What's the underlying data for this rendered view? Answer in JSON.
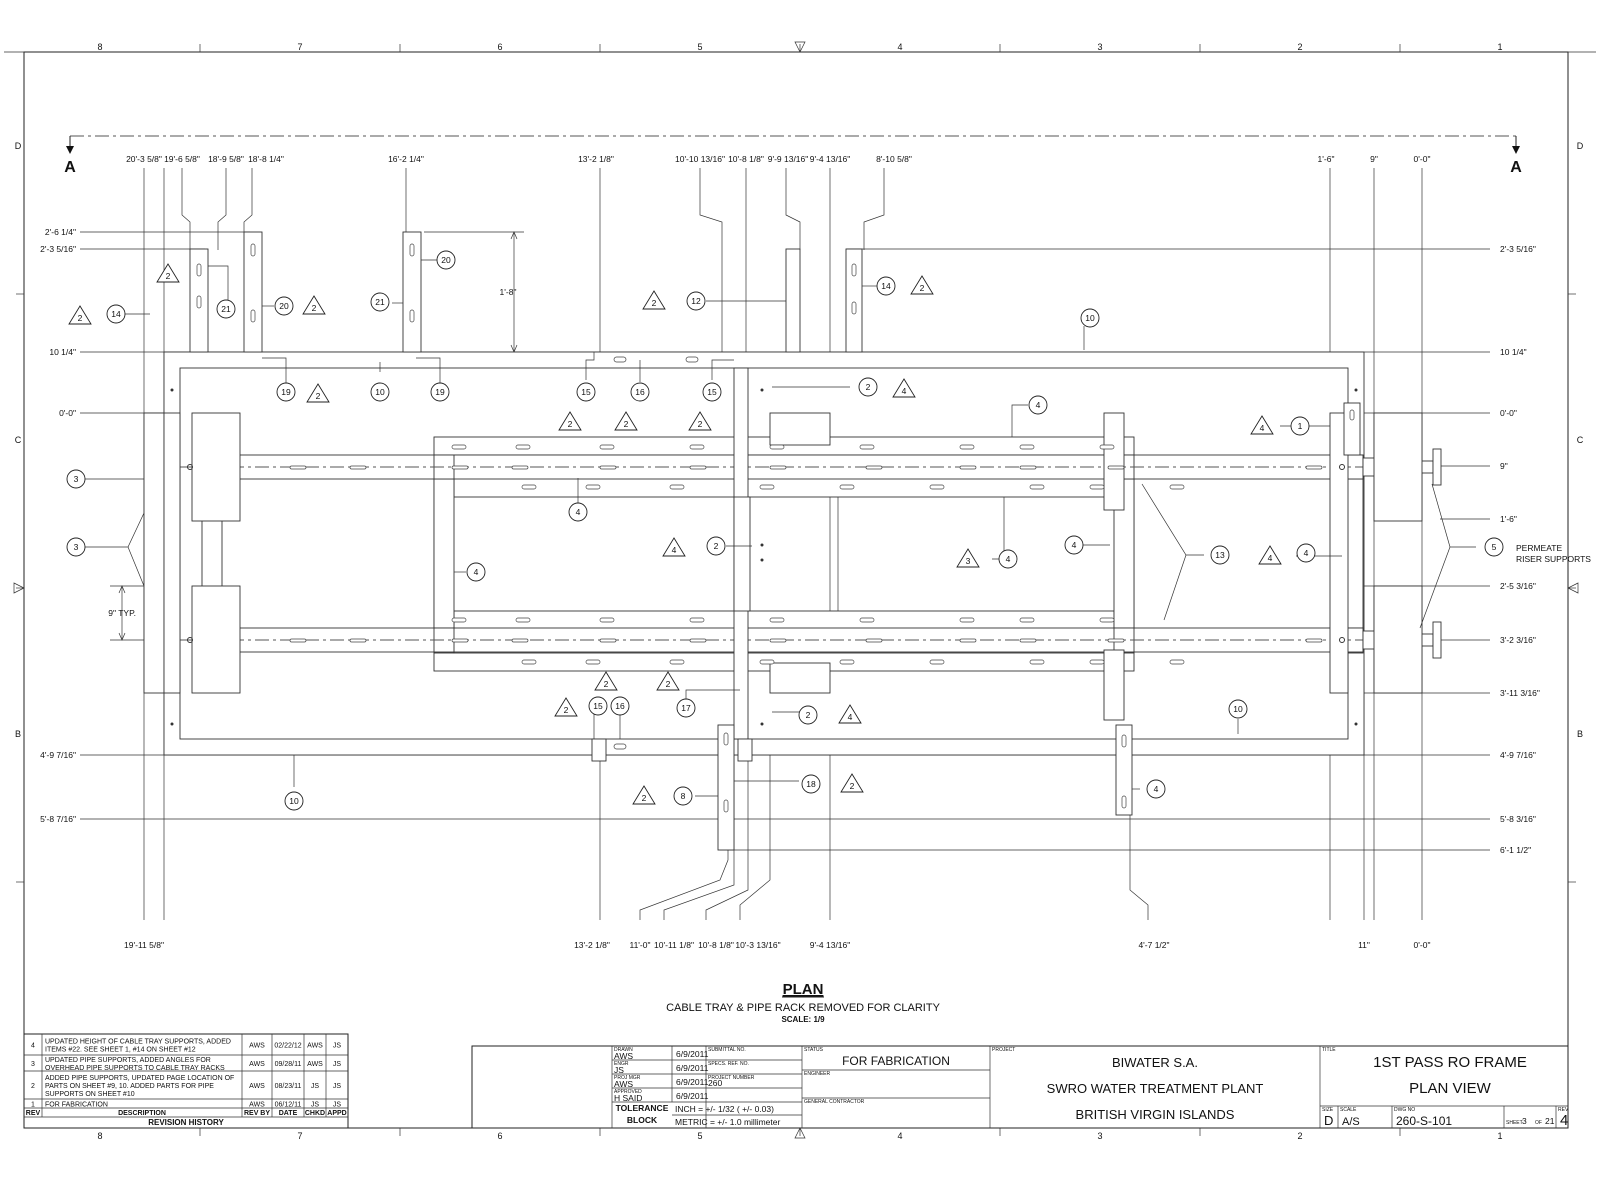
{
  "zones": {
    "cols": [
      "8",
      "7",
      "6",
      "5",
      "4",
      "3",
      "2",
      "1"
    ],
    "rows": [
      "D",
      "C",
      "B"
    ]
  },
  "section_marks": [
    "A",
    "A"
  ],
  "dims": {
    "top": [
      "20'-3 5/8\"",
      "19'-6 5/8\"",
      "18'-9 5/8\"",
      "18'-8 1/4\"",
      "16'-2 1/4\"",
      "13'-2 1/8\"",
      "10'-10 13/16\"",
      "10'-8 1/8\"",
      "9'-9 13/16\"",
      "9'-4 13/16\"",
      "8'-10 5/8\"",
      "1'-6\"",
      "9\"",
      "0'-0\""
    ],
    "bottom": [
      "19'-11 5/8\"",
      "13'-2 1/8\"",
      "11'-0\"",
      "10'-11 1/8\"",
      "10'-8 1/8\"",
      "10'-3 13/16\"",
      "9'-4 13/16\"",
      "4'-7 1/2\"",
      "11\"",
      "0'-0\""
    ],
    "left": [
      "2'-6 1/4\"",
      "2'-3 5/16\"",
      "10 1/4\"",
      "0'-0\"",
      "9\" TYP.",
      "4'-9 7/16\"",
      "5'-8 7/16\""
    ],
    "right": [
      "2'-3 5/16\"",
      "10 1/4\"",
      "0'-0\"",
      "9\"",
      "1'-6\"",
      "2'-5 3/16\"",
      "3'-2 3/16\"",
      "3'-11 3/16\"",
      "4'-9 7/16\"",
      "5'-8 3/16\"",
      "6'-1 1/2\""
    ],
    "vertical": "1'-8\""
  },
  "callouts": [
    "1",
    "2",
    "3",
    "4",
    "5",
    "8",
    "10",
    "12",
    "13",
    "14",
    "15",
    "16",
    "17",
    "18",
    "19",
    "20",
    "21"
  ],
  "revs": [
    "2",
    "3",
    "4"
  ],
  "notes": {
    "permeate_1": "PERMEATE",
    "permeate_2": "RISER SUPPORTS"
  },
  "plan": {
    "title": "PLAN",
    "subtitle": "CABLE TRAY & PIPE RACK REMOVED FOR CLARITY",
    "scale": "SCALE: 1/9"
  },
  "revision_history": {
    "title": "REVISION HISTORY",
    "headers": [
      "REV",
      "DESCRIPTION",
      "REV BY",
      "DATE",
      "CHKD",
      "APPD"
    ],
    "rows": [
      {
        "rev": "4",
        "desc1": "UPDATED HEIGHT OF CABLE TRAY SUPPORTS, ADDED",
        "desc2": "ITEMS #22. SEE SHEET 1, #14 ON SHEET #12",
        "desc3": "",
        "by": "AWS",
        "date": "02/22/12",
        "chkd": "AWS",
        "appd": "JS"
      },
      {
        "rev": "3",
        "desc1": "UPDATED PIPE SUPPORTS, ADDED ANGLES FOR",
        "desc2": "OVERHEAD PIPE SUPPORTS TO CABLE TRAY RACKS",
        "desc3": "",
        "by": "AWS",
        "date": "09/28/11",
        "chkd": "AWS",
        "appd": "JS"
      },
      {
        "rev": "2",
        "desc1": "ADDED PIPE SUPPORTS, UPDATED PAGE LOCATION OF",
        "desc2": "PARTS ON SHEET #9, 10.  ADDED PARTS FOR PIPE",
        "desc3": "SUPPORTS ON SHEET #10",
        "by": "AWS",
        "date": "08/23/11",
        "chkd": "JS",
        "appd": "JS"
      },
      {
        "rev": "1",
        "desc1": "FOR FABRICATION",
        "desc2": "",
        "desc3": "",
        "by": "AWS",
        "date": "06/12/11",
        "chkd": "JS",
        "appd": "JS"
      }
    ]
  },
  "signoff": {
    "drawn_label": "DRAWN",
    "drawn": "AWS",
    "drawn_date": "6/9/2011",
    "engr_label": "ENGR",
    "engr": "JS",
    "engr_date": "6/9/2011",
    "proj_label": "PROJ MGR",
    "proj": "AWS",
    "proj_date": "6/9/2011",
    "appr_label": "APPROVED",
    "appr": "H SAID",
    "appr_date": "6/9/2011",
    "submittal_label": "SUBMITTAL NO.",
    "spec_label": "SPECS. REF. NO.",
    "projnum_label": "PROJECT NUMBER",
    "projnum": "260"
  },
  "tolerance": {
    "label1": "TOLERANCE",
    "label2": "BLOCK",
    "inch": "INCH = +/- 1/32 ( +/- 0.03)",
    "metric": "METRIC = +/- 1.0 millimeter"
  },
  "status": {
    "status_label": "STATUS",
    "status": "FOR FABRICATION",
    "engineer_label": "ENGINEER",
    "contractor_label": "GENERAL CONTRACTOR"
  },
  "project": {
    "label": "PROJECT",
    "line1": "BIWATER S.A.",
    "line2": "SWRO WATER TREATMENT PLANT",
    "line3": "BRITISH VIRGIN ISLANDS"
  },
  "title_block": {
    "label": "TITLE",
    "line1": "1ST PASS RO FRAME",
    "line2": "PLAN VIEW",
    "size_label": "SIZE",
    "size": "D",
    "scale_label": "SCALE",
    "scale": "A/S",
    "dwg_label": "DWG NO",
    "dwg": "260-S-101",
    "sheet_label": "SHEET",
    "sheet": "3",
    "of_label": "OF",
    "sheets": "21",
    "rev_label": "REV",
    "rev": "4"
  }
}
